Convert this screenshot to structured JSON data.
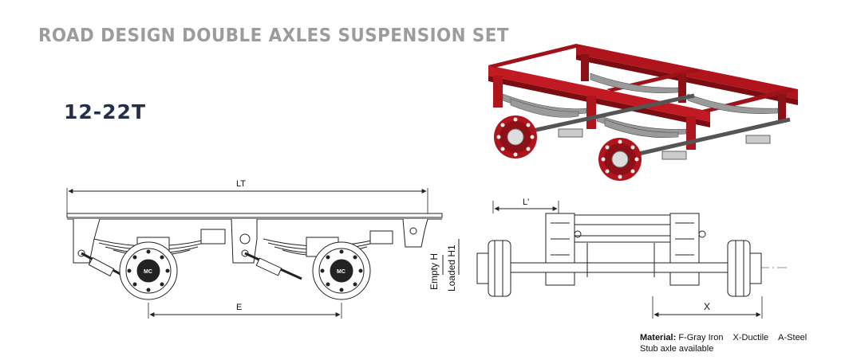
{
  "title": "ROAD DESIGN DOUBLE AXLES SUSPENSION SET",
  "capacity": "12-22T",
  "side_view": {
    "dim_lt": "LT",
    "dim_e": "E",
    "hub_logo": "MC"
  },
  "top_view": {
    "dim_l": "L'",
    "dim_x": "X",
    "dim_empty_h": "Empty H",
    "dim_loaded_h1": "Loaded H1"
  },
  "material": {
    "label": "Material:",
    "items": [
      "F-Gray Iron",
      "X-Ductile",
      "A-Steel"
    ],
    "note": "Stub axle available"
  },
  "colors": {
    "frame_red": "#b0141c",
    "frame_dark": "#7a0c12",
    "line": "#222222",
    "title_gray": "#9c9c9c",
    "capacity_navy": "#24304a"
  }
}
